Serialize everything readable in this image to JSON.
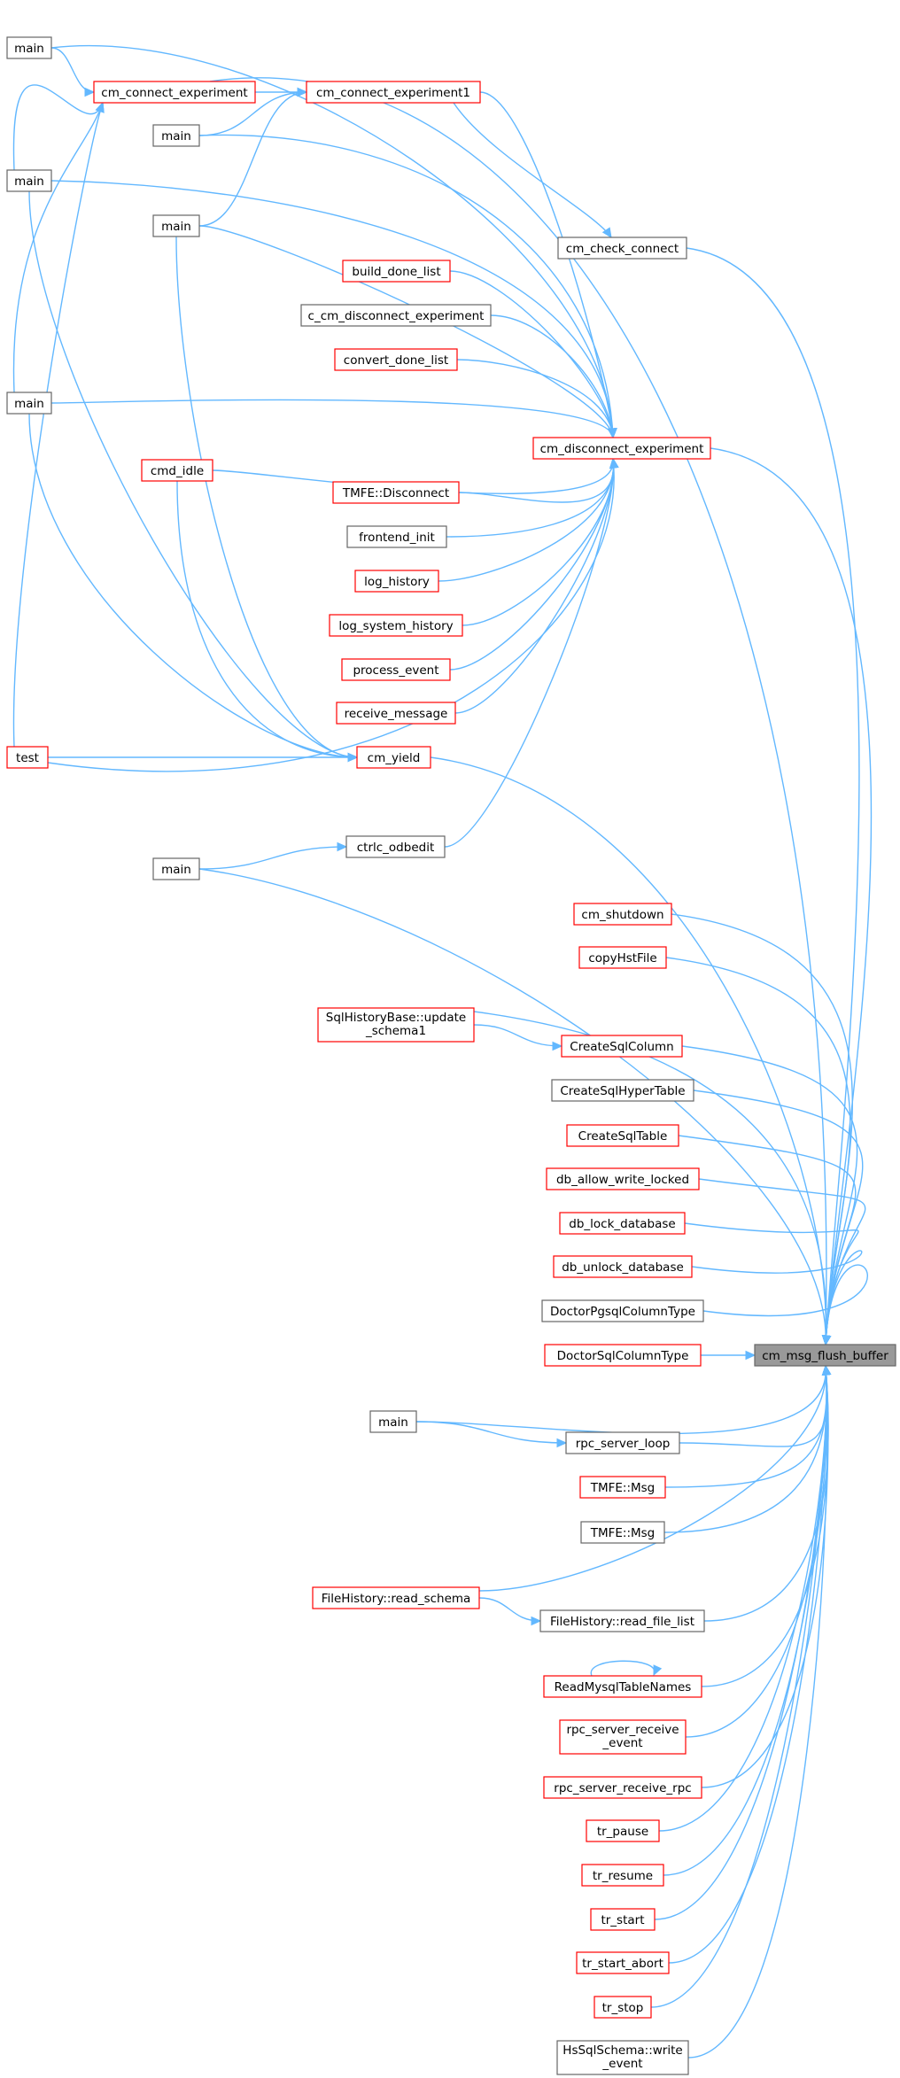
{
  "colors": {
    "edge": "#63b8ff",
    "incomplete_border": "#ff0000",
    "node_border": "#666666",
    "root_fill": "#999999"
  },
  "nodes": [
    {
      "id": "main_a",
      "label": [
        "main"
      ],
      "style": "gray"
    },
    {
      "id": "cm_connect_experiment",
      "label": [
        "cm_connect_experiment"
      ],
      "style": "red"
    },
    {
      "id": "cm_connect_experiment1",
      "label": [
        "cm_connect_experiment1"
      ],
      "style": "red"
    },
    {
      "id": "main_b",
      "label": [
        "main"
      ],
      "style": "gray"
    },
    {
      "id": "main_c",
      "label": [
        "main"
      ],
      "style": "gray"
    },
    {
      "id": "main_d",
      "label": [
        "main"
      ],
      "style": "gray"
    },
    {
      "id": "cm_check_connect",
      "label": [
        "cm_check_connect"
      ],
      "style": "gray"
    },
    {
      "id": "build_done_list",
      "label": [
        "build_done_list"
      ],
      "style": "red"
    },
    {
      "id": "c_cm_disconnect_experiment",
      "label": [
        "c_cm_disconnect_experiment"
      ],
      "style": "gray"
    },
    {
      "id": "convert_done_list",
      "label": [
        "convert_done_list"
      ],
      "style": "red"
    },
    {
      "id": "main_e",
      "label": [
        "main"
      ],
      "style": "gray"
    },
    {
      "id": "cm_disconnect_experiment",
      "label": [
        "cm_disconnect_experiment"
      ],
      "style": "red"
    },
    {
      "id": "cmd_idle",
      "label": [
        "cmd_idle"
      ],
      "style": "red"
    },
    {
      "id": "tmfe_disconnect",
      "label": [
        "TMFE::Disconnect"
      ],
      "style": "red"
    },
    {
      "id": "frontend_init",
      "label": [
        "frontend_init"
      ],
      "style": "gray"
    },
    {
      "id": "log_history",
      "label": [
        "log_history"
      ],
      "style": "red"
    },
    {
      "id": "log_system_history",
      "label": [
        "log_system_history"
      ],
      "style": "red"
    },
    {
      "id": "process_event",
      "label": [
        "process_event"
      ],
      "style": "red"
    },
    {
      "id": "receive_message",
      "label": [
        "receive_message"
      ],
      "style": "red"
    },
    {
      "id": "test",
      "label": [
        "test"
      ],
      "style": "red"
    },
    {
      "id": "cm_yield",
      "label": [
        "cm_yield"
      ],
      "style": "red"
    },
    {
      "id": "ctrlc_odbedit",
      "label": [
        "ctrlc_odbedit"
      ],
      "style": "gray"
    },
    {
      "id": "main_f",
      "label": [
        "main"
      ],
      "style": "gray"
    },
    {
      "id": "cm_shutdown",
      "label": [
        "cm_shutdown"
      ],
      "style": "red"
    },
    {
      "id": "copyHstFile",
      "label": [
        "copyHstFile"
      ],
      "style": "red"
    },
    {
      "id": "update_schema1",
      "label": [
        "SqlHistoryBase::update",
        "_schema1"
      ],
      "style": "red"
    },
    {
      "id": "CreateSqlColumn",
      "label": [
        "CreateSqlColumn"
      ],
      "style": "red"
    },
    {
      "id": "CreateSqlHyperTable",
      "label": [
        "CreateSqlHyperTable"
      ],
      "style": "gray"
    },
    {
      "id": "CreateSqlTable",
      "label": [
        "CreateSqlTable"
      ],
      "style": "red"
    },
    {
      "id": "db_allow_write_locked",
      "label": [
        "db_allow_write_locked"
      ],
      "style": "red"
    },
    {
      "id": "db_lock_database",
      "label": [
        "db_lock_database"
      ],
      "style": "red"
    },
    {
      "id": "db_unlock_database",
      "label": [
        "db_unlock_database"
      ],
      "style": "red"
    },
    {
      "id": "DoctorPgsqlColumnType",
      "label": [
        "DoctorPgsqlColumnType"
      ],
      "style": "gray"
    },
    {
      "id": "DoctorSqlColumnType",
      "label": [
        "DoctorSqlColumnType"
      ],
      "style": "red"
    },
    {
      "id": "cm_msg_flush_buffer",
      "label": [
        "cm_msg_flush_buffer"
      ],
      "style": "root"
    },
    {
      "id": "main_g",
      "label": [
        "main"
      ],
      "style": "gray"
    },
    {
      "id": "rpc_server_loop",
      "label": [
        "rpc_server_loop"
      ],
      "style": "gray"
    },
    {
      "id": "tmfe_msg_1",
      "label": [
        "TMFE::Msg"
      ],
      "style": "red"
    },
    {
      "id": "tmfe_msg_2",
      "label": [
        "TMFE::Msg"
      ],
      "style": "gray"
    },
    {
      "id": "read_schema",
      "label": [
        "FileHistory::read_schema"
      ],
      "style": "red"
    },
    {
      "id": "read_file_list",
      "label": [
        "FileHistory::read_file_list"
      ],
      "style": "gray"
    },
    {
      "id": "ReadMysqlTableNames",
      "label": [
        "ReadMysqlTableNames"
      ],
      "style": "red"
    },
    {
      "id": "rpc_server_receive_event",
      "label": [
        "rpc_server_receive",
        "_event"
      ],
      "style": "red"
    },
    {
      "id": "rpc_server_receive_rpc",
      "label": [
        "rpc_server_receive_rpc"
      ],
      "style": "red"
    },
    {
      "id": "tr_pause",
      "label": [
        "tr_pause"
      ],
      "style": "red"
    },
    {
      "id": "tr_resume",
      "label": [
        "tr_resume"
      ],
      "style": "red"
    },
    {
      "id": "tr_start",
      "label": [
        "tr_start"
      ],
      "style": "red"
    },
    {
      "id": "tr_start_abort",
      "label": [
        "tr_start_abort"
      ],
      "style": "red"
    },
    {
      "id": "tr_stop",
      "label": [
        "tr_stop"
      ],
      "style": "red"
    },
    {
      "id": "write_event",
      "label": [
        "HsSqlSchema::write",
        "_event"
      ],
      "style": "gray"
    }
  ]
}
